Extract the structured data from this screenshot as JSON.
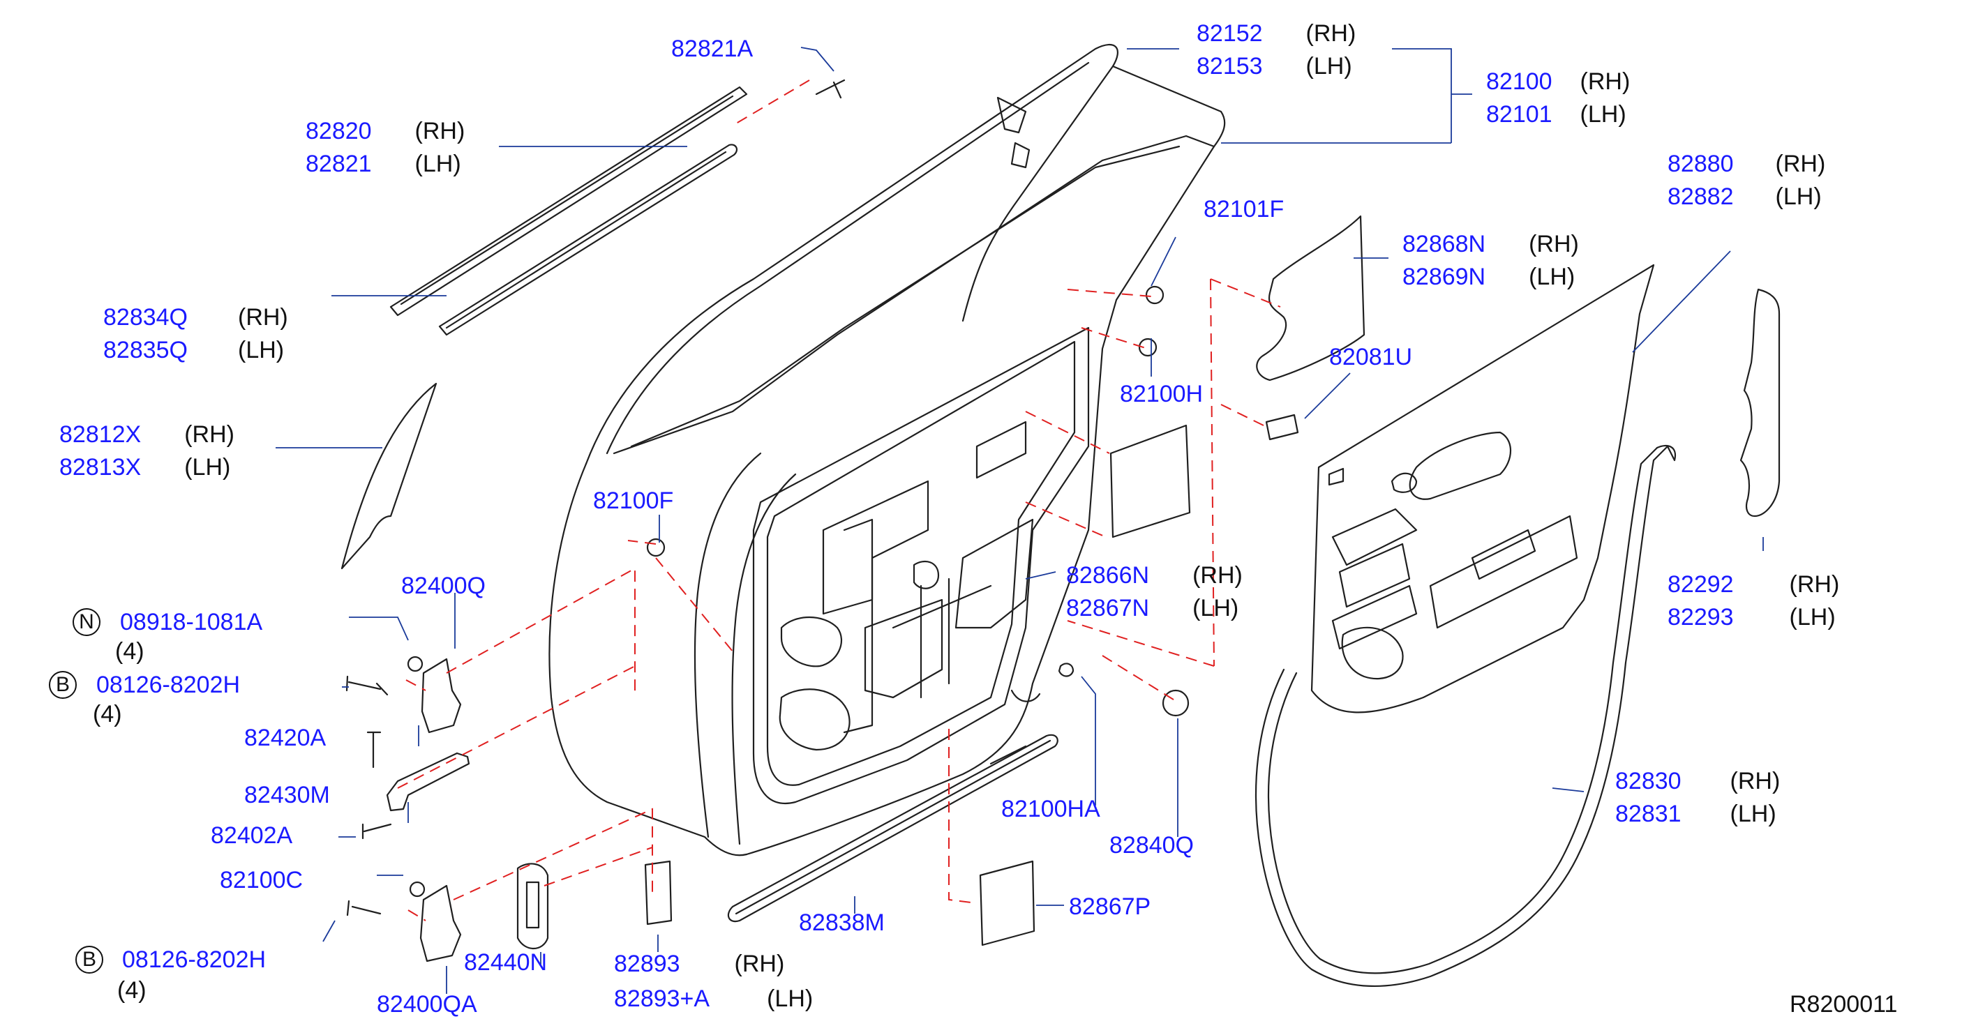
{
  "diagram_id": "R8200011",
  "colors": {
    "part_number": "#1a1aff",
    "text": "#111111",
    "line": "#1f1f1f",
    "leader": "#1a3a9a",
    "hidden": "#e02020"
  },
  "labels": [
    {
      "id": "l1",
      "pn": "82821A"
    },
    {
      "id": "l2",
      "pn": "82152",
      "side": "(RH)"
    },
    {
      "id": "l3",
      "pn": "82153",
      "side": "(LH)"
    },
    {
      "id": "l4",
      "pn": "82100",
      "side": "(RH)"
    },
    {
      "id": "l5",
      "pn": "82101",
      "side": "(LH)"
    },
    {
      "id": "l6",
      "pn": "82820",
      "side": "(RH)"
    },
    {
      "id": "l7",
      "pn": "82821",
      "side": "(LH)"
    },
    {
      "id": "l8",
      "pn": "82880",
      "side": "(RH)"
    },
    {
      "id": "l9",
      "pn": "82882",
      "side": "(LH)"
    },
    {
      "id": "l10",
      "pn": "82101F"
    },
    {
      "id": "l11",
      "pn": "82868N",
      "side": "(RH)"
    },
    {
      "id": "l12",
      "pn": "82869N",
      "side": "(LH)"
    },
    {
      "id": "l13",
      "pn": "82834Q",
      "side": "(RH)"
    },
    {
      "id": "l14",
      "pn": "82835Q",
      "side": "(LH)"
    },
    {
      "id": "l15",
      "pn": "82081U"
    },
    {
      "id": "l16",
      "pn": "82100H"
    },
    {
      "id": "l17",
      "pn": "82812X",
      "side": "(RH)"
    },
    {
      "id": "l18",
      "pn": "82813X",
      "side": "(LH)"
    },
    {
      "id": "l19",
      "pn": "82100F"
    },
    {
      "id": "l20",
      "pn": "82866N",
      "side": "(RH)"
    },
    {
      "id": "l21",
      "pn": "82867N",
      "side": "(LH)"
    },
    {
      "id": "l22",
      "pn": "82292",
      "side": "(RH)"
    },
    {
      "id": "l23",
      "pn": "82293",
      "side": "(LH)"
    },
    {
      "id": "l24",
      "pn": "82400Q"
    },
    {
      "id": "l25",
      "pn": "08918-1081A",
      "prefix": "N",
      "qty": "(4)"
    },
    {
      "id": "l26",
      "pn": "08126-8202H",
      "prefix": "B",
      "qty": "(4)"
    },
    {
      "id": "l27",
      "pn": "82420A"
    },
    {
      "id": "l28",
      "pn": "82430M"
    },
    {
      "id": "l29",
      "pn": "82402A"
    },
    {
      "id": "l30",
      "pn": "82100C"
    },
    {
      "id": "l31",
      "pn": "08126-8202H",
      "prefix": "B",
      "qty": "(4)"
    },
    {
      "id": "l32",
      "pn": "82440N"
    },
    {
      "id": "l33",
      "pn": "82400QA"
    },
    {
      "id": "l34",
      "pn": "82893",
      "side": "(RH)"
    },
    {
      "id": "l35",
      "pn": "82893+A",
      "side": "(LH)"
    },
    {
      "id": "l36",
      "pn": "82838M"
    },
    {
      "id": "l37",
      "pn": "82100HA"
    },
    {
      "id": "l38",
      "pn": "82840Q"
    },
    {
      "id": "l39",
      "pn": "82867P"
    },
    {
      "id": "l40",
      "pn": "82830",
      "side": "(RH)"
    },
    {
      "id": "l41",
      "pn": "82831",
      "side": "(LH)"
    }
  ]
}
